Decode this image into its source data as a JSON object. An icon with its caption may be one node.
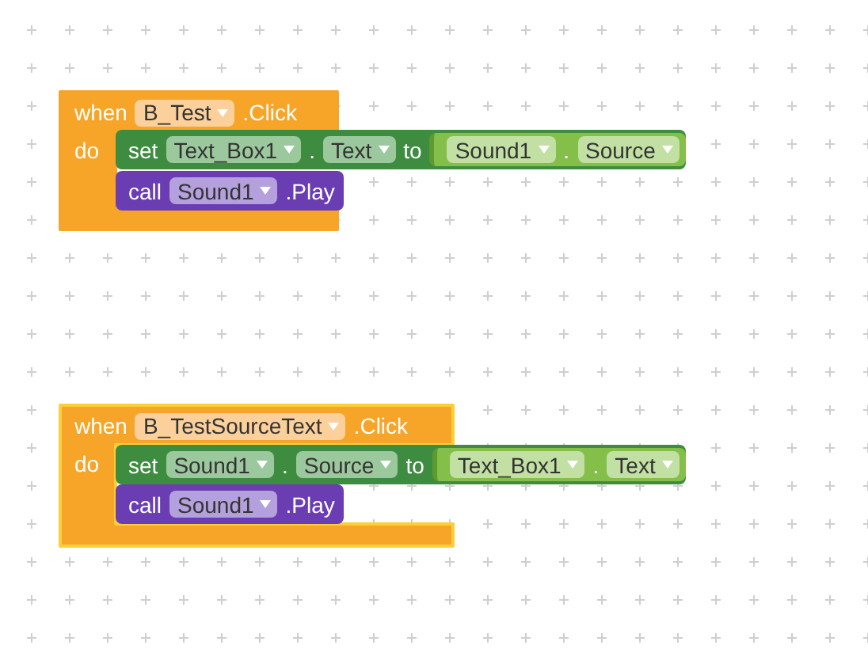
{
  "diagram": {
    "nodes": [
      {
        "text": [
          "when",
          ".Click",
          "do"
        ]
      },
      {
        "text": [
          "B_Test"
        ],
        "in": 0
      },
      {
        "text": [
          "set",
          ".",
          "to"
        ]
      },
      {
        "text": [
          "Text_Box1"
        ],
        "in": 2
      },
      {
        "text": [
          "Text"
        ],
        "in": 2
      },
      {
        "text": [
          "."
        ],
        "in": 2
      },
      {
        "text": [
          "Sound1"
        ],
        "in": 5
      },
      {
        "text": [
          "Source"
        ],
        "in": 5
      },
      {
        "text": [
          "call",
          ".Play"
        ],
        "in": 0
      },
      {
        "text": [
          "Sound1"
        ],
        "in": 8
      },
      {
        "text": [
          "when",
          ".Click",
          "do"
        ]
      },
      {
        "text": [
          "B_TestSourceText"
        ],
        "in": 10
      },
      {
        "text": [
          "set",
          ".",
          "to"
        ]
      },
      {
        "text": [
          "Sound1"
        ],
        "in": 12
      },
      {
        "text": [
          "Source"
        ],
        "in": 12
      },
      {
        "text": [
          "."
        ],
        "in": 12
      },
      {
        "text": [
          "Text_Box1"
        ],
        "in": 15
      },
      {
        "text": [
          "Text"
        ],
        "in": 15
      },
      {
        "text": [
          "call",
          ".Play"
        ],
        "in": 10
      },
      {
        "text": [
          "Sound1"
        ],
        "in": 18
      }
    ]
  }
}
